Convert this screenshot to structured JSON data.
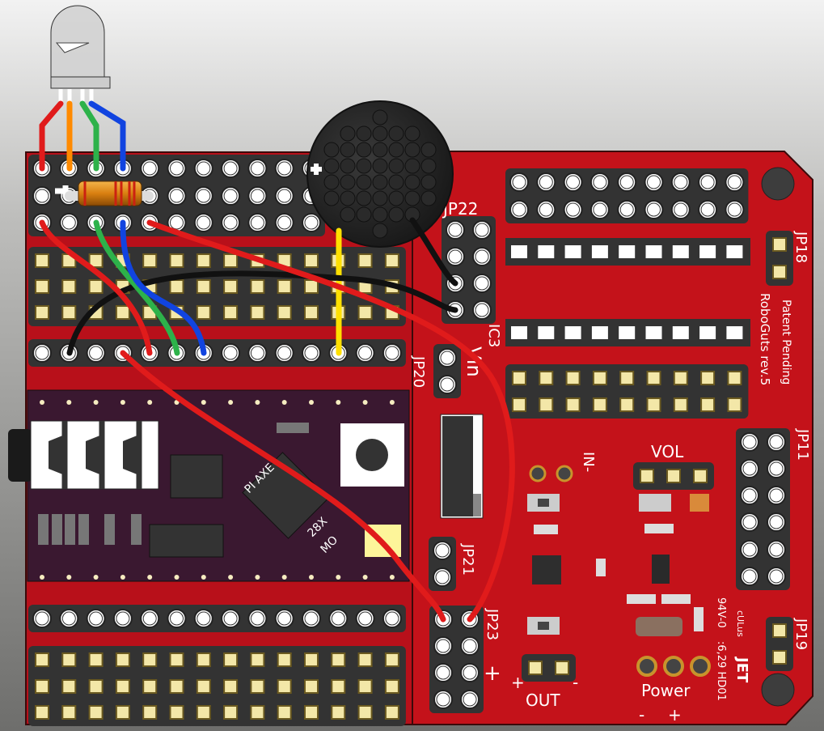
{
  "board": {
    "name": "RoboGuts rev.5",
    "patent": "Patent Pending",
    "colors": {
      "pcb": "#c4121a",
      "header": "#333333",
      "module": "#3a1830",
      "pad": "#f3e7a8"
    },
    "labels": {
      "jp22": "JP22",
      "ic3": "IC3",
      "vin": "Vin",
      "jp20": "JP20",
      "jp18": "JP18",
      "jp11": "JP11",
      "jp21": "JP21",
      "jp23": "JP23",
      "jp23_plus": "+",
      "jp19": "JP19",
      "vol": "VOL",
      "in_minus": "IN-",
      "out": "OUT",
      "out_plus": "+",
      "out_minus": "-",
      "power": "Power",
      "power_minus": "-",
      "power_plus": "+",
      "rating": "94V-0",
      "date_code": ":6,29 HD01",
      "maker": "JET",
      "cert": "cULus"
    }
  },
  "module": {
    "line1": "PI  AXE",
    "line2": "28X",
    "line3": "MO"
  },
  "wires": [
    "red",
    "orange",
    "green",
    "blue",
    "black",
    "yellow"
  ],
  "components": [
    "rgb-led",
    "resistor",
    "piezo-buzzer",
    "slide-switch",
    "picaxe-module",
    "audio-jack"
  ]
}
